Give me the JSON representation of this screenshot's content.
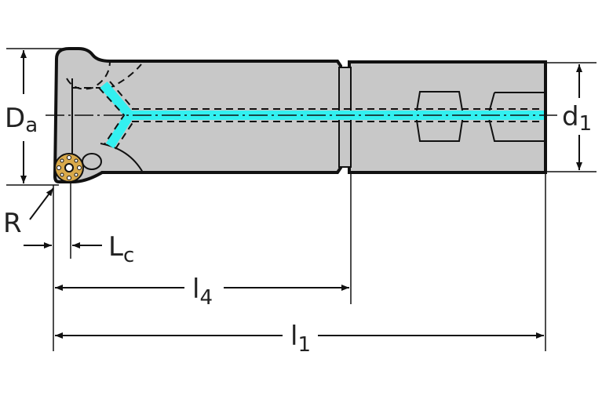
{
  "colors": {
    "body_fill": "#c8c8c8",
    "coolant": "#33f0f0",
    "insert": "#d9a94a",
    "line": "#111111"
  },
  "labels": {
    "Da": {
      "main": "D",
      "sub": "a"
    },
    "d1": {
      "main": "d",
      "sub": "1"
    },
    "R": {
      "main": "R"
    },
    "Lc": {
      "main": "L",
      "sub": "c"
    },
    "l4": {
      "main": "l",
      "sub": "4"
    },
    "l1": {
      "main": "l",
      "sub": "1"
    }
  }
}
